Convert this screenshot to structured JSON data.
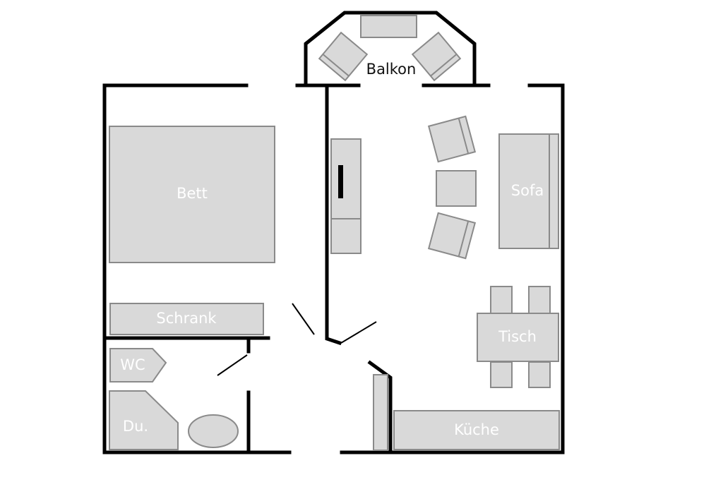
{
  "labels": {
    "balkon": "Balkon",
    "bett": "Bett",
    "schrank": "Schrank",
    "sofa": "Sofa",
    "tisch": "Tisch",
    "wc": "WC",
    "dusche": "Du.",
    "kueche": "Küche"
  },
  "colors": {
    "wall": "#000000",
    "furniture_fill": "#d9d9d9",
    "furniture_stroke": "#8a8a8a",
    "label_light": "#ffffff",
    "label_dark": "#111111",
    "background": "#ffffff"
  }
}
